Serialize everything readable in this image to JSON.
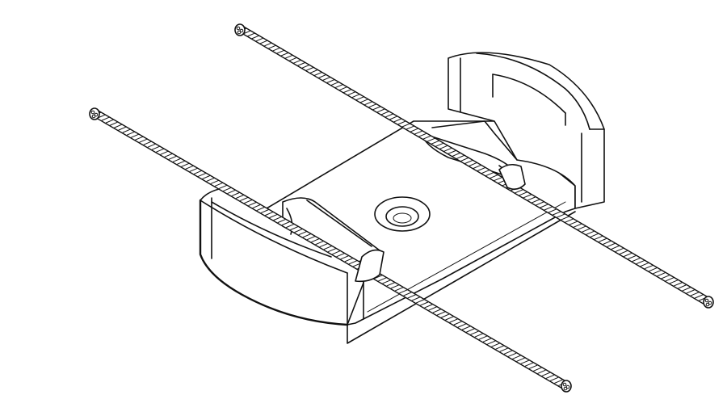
{
  "drawing": {
    "style": "isometric line drawing",
    "background": "#ffffff",
    "stroke": "#111111",
    "components": [
      "mounting-base",
      "front-cable-clip",
      "rear-cable-clip",
      "screw-hole",
      "front-wire-rope",
      "rear-wire-rope"
    ]
  }
}
